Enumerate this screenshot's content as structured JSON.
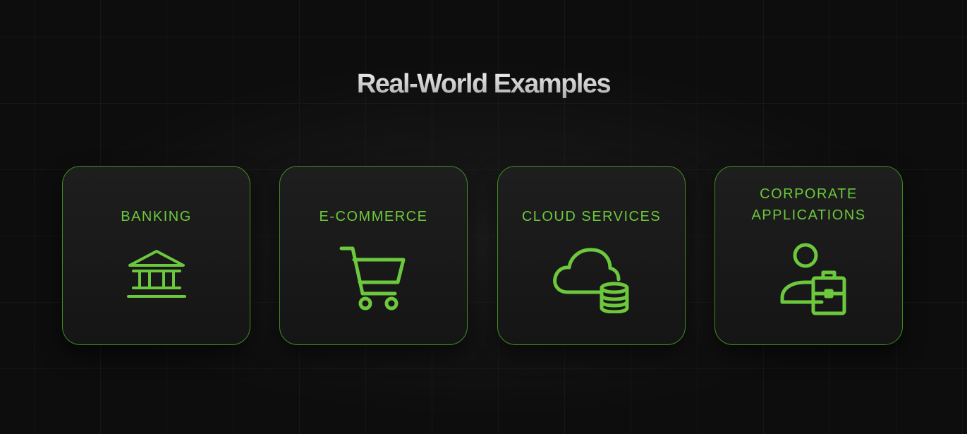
{
  "page": {
    "title": "Real-World Examples"
  },
  "theme": {
    "accent": "#6cc83c",
    "border": "#3f8f1f",
    "background": "#0d0d0d"
  },
  "cards": [
    {
      "label": "BANKING",
      "icon": "bank-icon"
    },
    {
      "label": "E-COMMERCE",
      "icon": "shopping-cart-icon"
    },
    {
      "label": "CLOUD SERVICES",
      "icon": "cloud-database-icon"
    },
    {
      "label": "CORPORATE\nAPPLICATIONS",
      "icon": "user-briefcase-icon"
    }
  ]
}
